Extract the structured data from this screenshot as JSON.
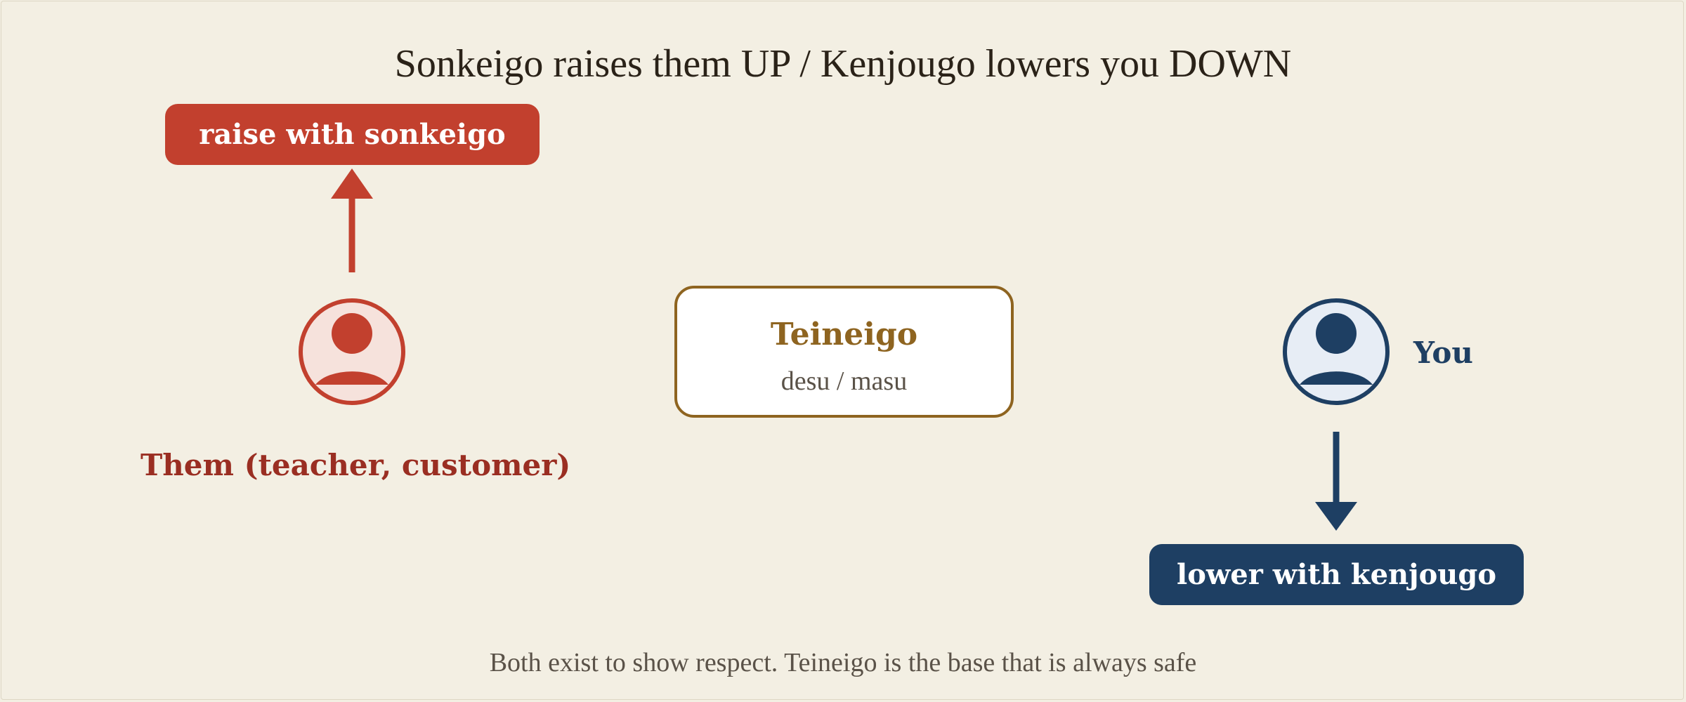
{
  "title": "Sonkeigo raises them UP / Kenjougo lowers you DOWN",
  "raise_label": "raise with sonkeigo",
  "lower_label": "lower with kenjougo",
  "them_label": "Them (teacher, customer)",
  "you_label": "You",
  "teineigo": {
    "title": "Teineigo",
    "subtitle": "desu / masu"
  },
  "footer": "Both exist to show respect. Teineigo is the base that is always safe",
  "icons": {
    "them": "person-icon",
    "you": "person-icon",
    "up": "arrow-up-icon",
    "down": "arrow-down-icon"
  },
  "colors": {
    "background": "#f3efe3",
    "sonkeigo": "#c2402e",
    "sonkeigo_text": "#9a2e22",
    "sonkeigo_tint": "#f6e2dc",
    "kenjougo": "#1e3f63",
    "kenjougo_tint": "#e7edf5",
    "teineigo": "#8e6420",
    "muted_text": "#5a5248"
  }
}
